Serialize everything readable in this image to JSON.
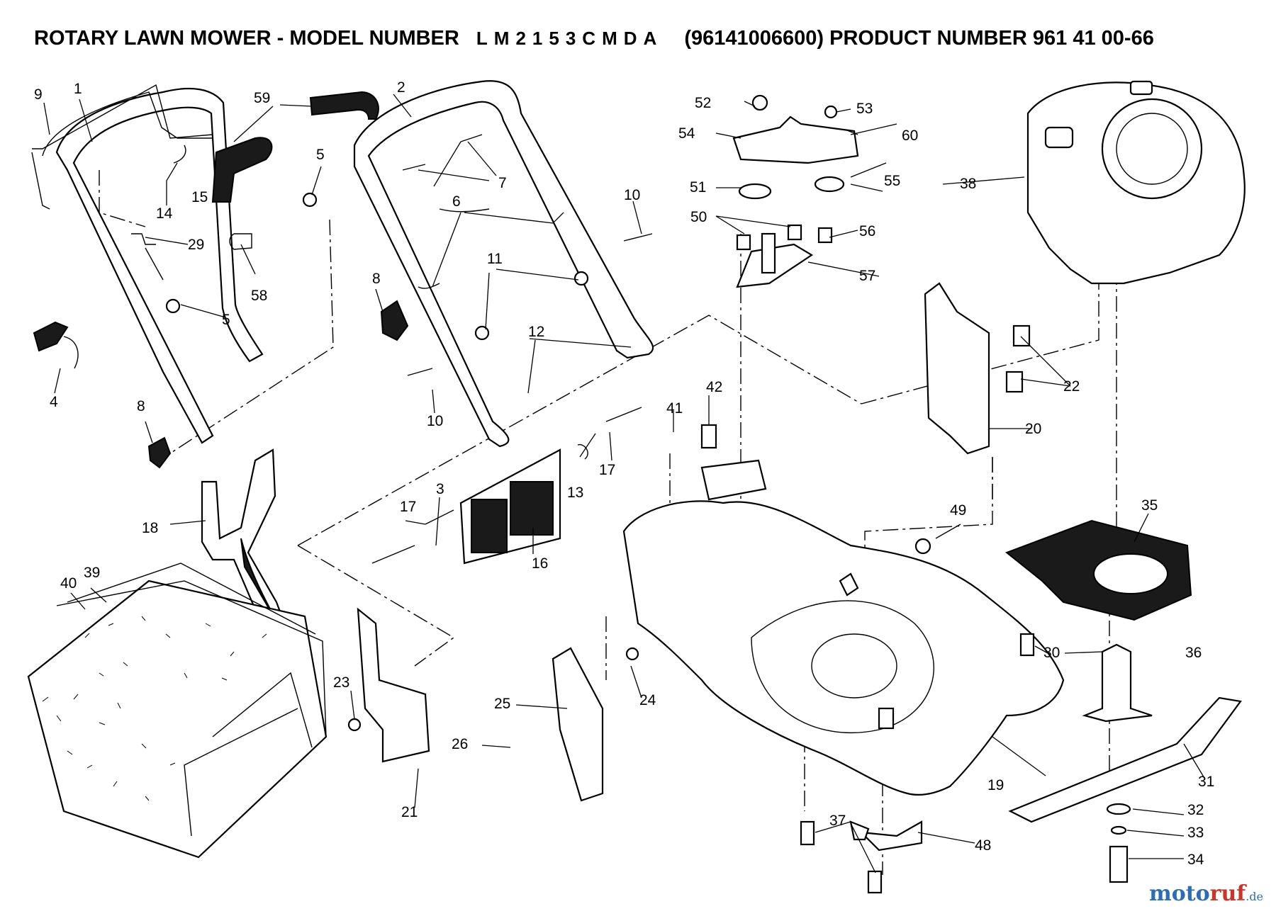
{
  "header": {
    "title_prefix": "ROTARY LAWN MOWER - MODEL NUMBER",
    "model_code": "LM2153CMDA",
    "title_suffix": "(96141006600) PRODUCT NUMBER 961 41 00-66"
  },
  "callouts": {
    "p1": "1",
    "p2": "2",
    "p3": "3",
    "p4": "4",
    "p5a": "5",
    "p5b": "5",
    "p6": "6",
    "p7": "7",
    "p8a": "8",
    "p8b": "8",
    "p9": "9",
    "p10a": "10",
    "p10b": "10",
    "p11": "11",
    "p12": "12",
    "p13": "13",
    "p14": "14",
    "p15": "15",
    "p16": "16",
    "p17a": "17",
    "p17b": "17",
    "p18": "18",
    "p19": "19",
    "p20": "20",
    "p21": "21",
    "p22": "22",
    "p23": "23",
    "p24": "24",
    "p25": "25",
    "p26": "26",
    "p29": "29",
    "p30": "30",
    "p31": "31",
    "p32": "32",
    "p33": "33",
    "p34": "34",
    "p35": "35",
    "p36": "36",
    "p37": "37",
    "p38": "38",
    "p39": "39",
    "p40": "40",
    "p41": "41",
    "p42": "42",
    "p48": "48",
    "p49": "49",
    "p50": "50",
    "p51": "51",
    "p52": "52",
    "p53": "53",
    "p54": "54",
    "p55": "55",
    "p56": "56",
    "p57": "57",
    "p58": "58",
    "p59": "59",
    "p60": "60"
  },
  "watermark": {
    "part1": "moto",
    "part2": "ruf",
    "part3": ".de"
  }
}
